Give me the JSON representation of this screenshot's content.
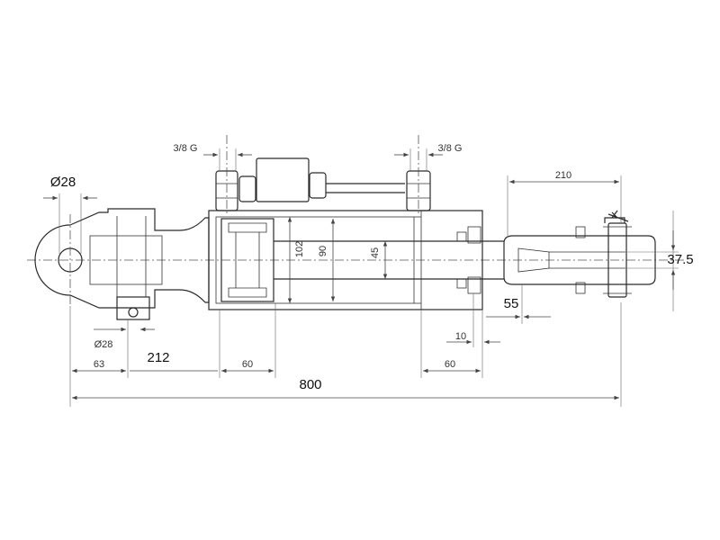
{
  "dimensions": {
    "pivot_diameter": "Ø28",
    "thread_left": "3/8 G",
    "thread_right": "3/8 G",
    "fork_length": "210",
    "bore": "102",
    "rod_inner": "90",
    "rod": "45",
    "fork_width": "37.5",
    "fork_slot": "55",
    "step": "10",
    "cross_pin_diameter": "Ø28",
    "eye_length": "63",
    "cross_offset": "212",
    "port_left_offset": "60",
    "port_right_offset": "60",
    "overall_length": "800"
  }
}
